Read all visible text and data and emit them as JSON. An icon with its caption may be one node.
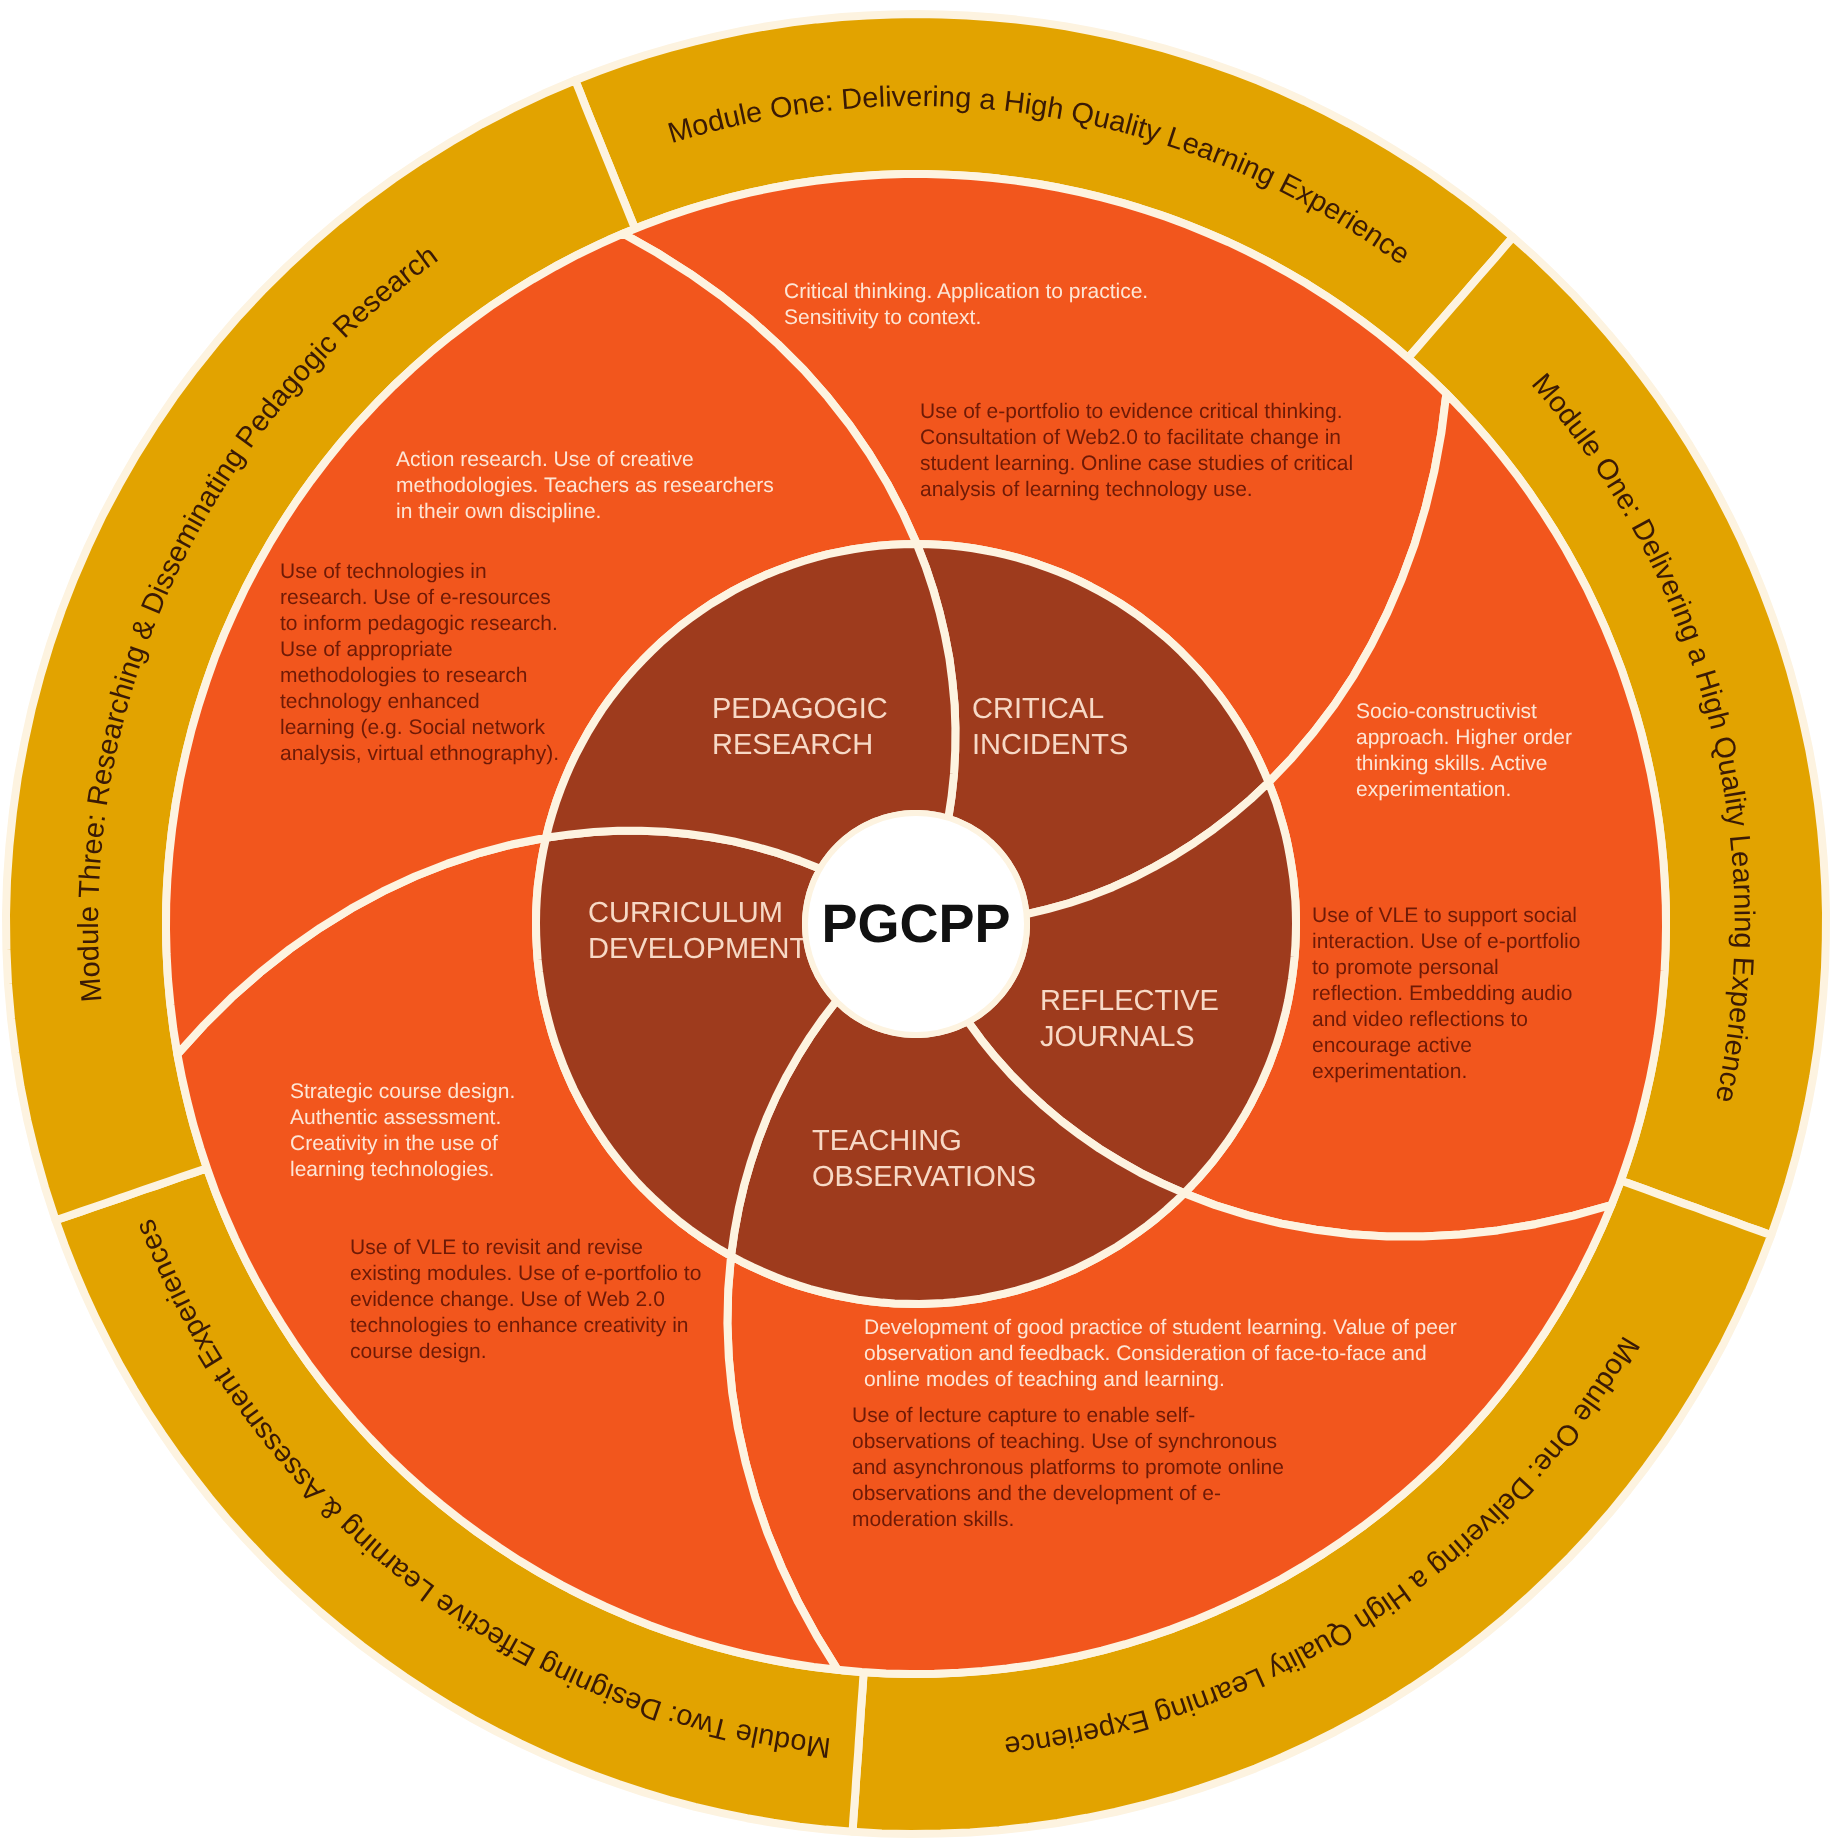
{
  "diagram": {
    "nodes": [
      {
        "text": [
          "Module One: Delivering a High Quality Learning Experience"
        ]
      },
      {
        "text": [
          "Module One: Delivering a High Quality Learning Experience"
        ]
      },
      {
        "text": [
          "Module One: Delivering a High Quality Learning Experience"
        ]
      },
      {
        "text": [
          "Module Two: Designing Effective Learning & Assessment Experiences"
        ]
      },
      {
        "text": [
          "Module Three: Researching & Disseminating Pedagogic Research"
        ]
      },
      {
        "text": [
          "Critical thinking. Application to practice. Sensitivity to context.",
          "Use of e-portfolio to evidence critical thinking. Consultation of Web2.0 to facilitate change in student learning. Online case studies of critical analysis of learning technology use."
        ]
      },
      {
        "text": [
          "Socio-constructivist approach. Higher order thinking skills. Active experimentation.",
          "Use of VLE to support social interaction. Use of e-portfolio to promote personal reflection. Embedding audio and video reflections to encourage active experimentation."
        ]
      },
      {
        "text": [
          "Development of good practice of student learning. Value of peer observation and feedback. Consideration of face-to-face and online modes of teaching and learning.",
          "Use of lecture capture to enable self-observations of teaching. Use of synchronous and asynchronous platforms to promote online observations and the development of e-moderation skills."
        ]
      },
      {
        "text": [
          "Strategic course design. Authentic assessment. Creativity in the use of learning technologies.",
          "Use of VLE to revisit and revise existing modules. Use of e-portfolio to evidence change. Use of Web 2.0 technologies to enhance creativity in course design."
        ]
      },
      {
        "text": [
          "Action research. Use of creative methodologies. Teachers as researchers in their own discipline.",
          "Use of technologies in research. Use of e-resources to inform pedagogic research. Use of appropriate methodologies to research technology enhanced learning (e.g. Social network analysis, virtual ethnography)."
        ]
      },
      {
        "text": [
          "CRITICAL INCIDENTS"
        ]
      },
      {
        "text": [
          "REFLECTIVE JOURNALS"
        ]
      },
      {
        "text": [
          "TEACHING OBSERVATIONS"
        ]
      },
      {
        "text": [
          "CURRICULUM DEVELOPMENT"
        ]
      },
      {
        "text": [
          "PEDAGOGIC RESEARCH"
        ]
      },
      {
        "text": [
          "PGCPP"
        ]
      }
    ],
    "edges": []
  }
}
